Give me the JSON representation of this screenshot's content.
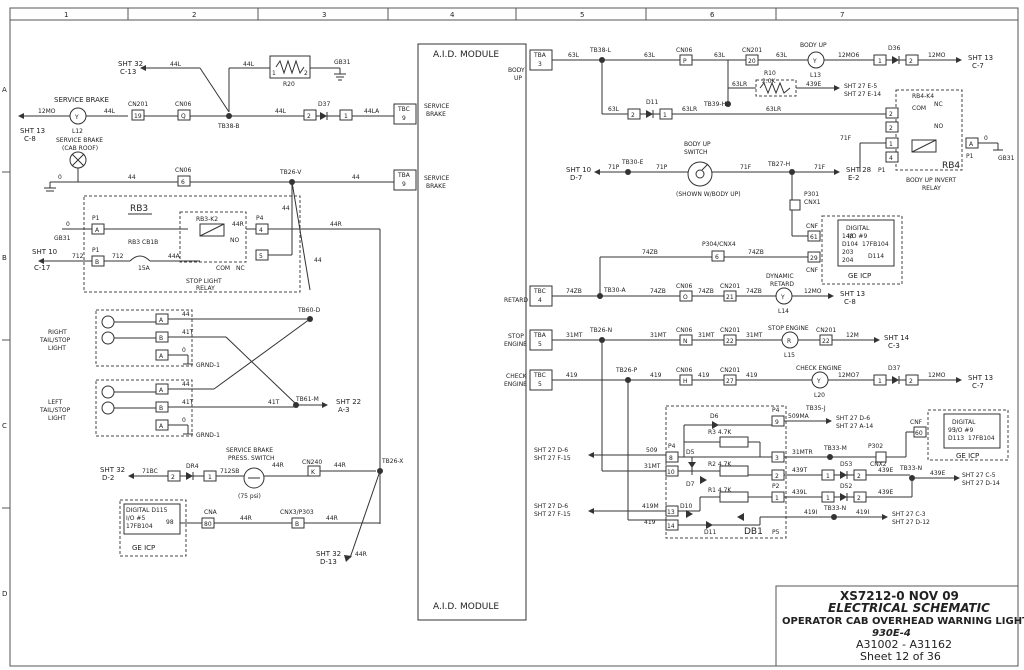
{
  "border": {
    "columns": [
      "1",
      "2",
      "3",
      "4",
      "5",
      "6",
      "7"
    ],
    "rows": [
      "A",
      "B",
      "C",
      "D"
    ]
  },
  "module": {
    "top": "A.I.D. MODULE",
    "bottom": "A.I.D. MODULE"
  },
  "left": {
    "sht32_c13": [
      "SHT 32",
      "C-13"
    ],
    "w44l_a": "44L",
    "w44l_b": "44L",
    "w44l_c": "44L",
    "w44la": "44LA",
    "r20": "R20",
    "r20_p1": "1",
    "r20_p2": "2",
    "gb31_top": "GB31",
    "tb38b": "TB38-B",
    "service_brake_light": "SERVICE BRAKE",
    "l12": "L12",
    "y": "Y",
    "w12mo": "12MO",
    "sht13_c8": [
      "SHT 13",
      "C-8"
    ],
    "cn201": "CN201",
    "cn201_pin": "19",
    "cn06": "CN06",
    "cn06_pin_q": "Q",
    "d37": "D37",
    "d37_p2": "2",
    "d37_p1": "1",
    "tbc_9": "9",
    "tbc": "TBC",
    "sb_label": [
      "SERVICE",
      "BRAKE"
    ],
    "cab_roof": [
      "SERVICE BRAKE",
      "(CAB ROOF)"
    ],
    "w0": "0",
    "w44_a": "44",
    "w44_b": "44",
    "cn06_b": "CN06",
    "cn06_pin_6": "6",
    "tb26v": "TB26-V",
    "tba": "TBA",
    "tba_9": "9",
    "rb3": "RB3",
    "rb3k2": "RB3-K2",
    "p1": "P1",
    "pin_a": "A",
    "pin_b": "B",
    "gb31_b": "GB31",
    "w0_b": "0",
    "sht10_c17": [
      "SHT 10",
      "C-17"
    ],
    "w712": "712",
    "w712b": "712",
    "rb3cb": "RB3 CB1B",
    "cb_15a": "15A",
    "w44a": "44A",
    "no": "NO",
    "com": "COM",
    "nc": "NC",
    "p4": "P4",
    "p4_4": "4",
    "p4_5": "5",
    "stop_light_relay": [
      "STOP LIGHT",
      "RELAY"
    ],
    "w44r_a": "44R",
    "w44r_b": "44R",
    "w44_c": "44",
    "w44_d": "44",
    "right_tail": [
      "RIGHT",
      "TAIL/STOP",
      "LIGHT"
    ],
    "left_tail": [
      "LEFT",
      "TAIL/STOP",
      "LIGHT"
    ],
    "w44_e": "44",
    "w41t_a": "41T",
    "w0_c": "0",
    "grnd1_a": "GRND-1",
    "w44_f": "44",
    "w41t_b": "41T",
    "w0_d": "0",
    "grnd1_b": "GRND-1",
    "tb60d": "TB60-D",
    "tb61m": "TB61-M",
    "w41t_c": "41T",
    "w41t_d": "41T",
    "sht22_a3": [
      "SHT 22",
      "A-3"
    ],
    "sb_switch": [
      "SERVICE BRAKE",
      "PRESS. SWITCH"
    ],
    "psi": "(75 psi)",
    "sht32_d2": [
      "SHT 32",
      "D-2"
    ],
    "w71bc": "71BC",
    "dr4": "DR4",
    "w712sb": "712SB",
    "w44r_c": "44R",
    "cn240": "CN240",
    "cn240_k": "K",
    "w44r_d": "44R",
    "tb26x": "TB26-X",
    "dio_left": [
      "DIGITAL D115",
      "I/O #5",
      "17FB104"
    ],
    "dio_left_pin": "98",
    "ge_icp_left": "GE ICP",
    "cna": "CNA",
    "cna_pin": "80",
    "w44r_e": "44R",
    "cnx3": "CNX3/P303",
    "cnx3_b": "B",
    "w44r_f": "44R",
    "sht32_d13": [
      "SHT 32",
      "D-13"
    ],
    "w44r_g": "44R",
    "term_2": "2",
    "term_1": "1",
    "term_3": "3",
    "term_4": "4"
  },
  "right": {
    "tba3": "TBA",
    "tba3_pin": "3",
    "body_up": [
      "BODY",
      "UP"
    ],
    "tb38l": "TB38-L",
    "w63l_a": "63L",
    "w63l_b": "63L",
    "w63l_c": "63L",
    "cn06": "CN06",
    "cn06_p": "P",
    "cn201": "CN201",
    "cn201_20": "20",
    "body_up_lamp": "BODY UP",
    "l13": "L13",
    "w12mo6": "12MO6",
    "d36": "D36",
    "w12mo_a": "12MO",
    "sht13_c7": [
      "SHT 13",
      "C-7"
    ],
    "r10": "R10",
    "r10_val": "2.0K",
    "w63lr_a": "63LR",
    "w439e": "439E",
    "sht27_e5": [
      "SHT 27 E-5",
      "SHT 27 E-14"
    ],
    "d11": "D11",
    "w63l_d": "63L",
    "w63lr_b": "63LR",
    "tb39h": "TB39-H",
    "w63lr_c": "63LR",
    "rb4k4": "RB4-K4",
    "rb4": "RB4",
    "rb4_relay": [
      "BODY UP INVERT",
      "RELAY"
    ],
    "p1": "P1",
    "pin_a": "A",
    "w0": "0",
    "gb31": "GB31",
    "w71f_a": "71F",
    "w71f_b": "71F",
    "w71f_c": "71F",
    "body_up_switch": [
      "BODY UP",
      "SWITCH"
    ],
    "shown": "(SHOWN W/BODY UP)",
    "sht10_d7": [
      "SHT 10",
      "D-7"
    ],
    "w71p_a": "71P",
    "w71p_b": "71P",
    "tb30e": "TB30-E",
    "tb27h": "TB27-H",
    "sht28_e2": [
      "SHT 28",
      "E-2"
    ],
    "p301": [
      "P301",
      "CNX1"
    ],
    "cnf": "CNF",
    "cnf_61": "61",
    "dio9": [
      "DIGITAL",
      "I/O #9",
      "17FB104"
    ],
    "d104": [
      "148",
      "D104"
    ],
    "d114": [
      "203",
      "204",
      "D114"
    ],
    "cnf_29": "29",
    "cnf_b": "CNF",
    "ge_icp": "GE ICP",
    "p304": "P304/CNX4",
    "p304_6": "6",
    "w74zb_a": "74ZB",
    "w74zb_b": "74ZB",
    "w74zb_c": "74ZB",
    "w74zb_d": "74ZB",
    "w74zb_e": "74ZB",
    "tbc4": "TBC",
    "tbc4_pin": "4",
    "retard": "RETARD",
    "tb30a": "TB30-A",
    "cn06_o": "O",
    "cn201_21": "21",
    "dyn_retard": [
      "DYNAMIC",
      "RETARD"
    ],
    "l14": "L14",
    "w12mo_b": "12MO",
    "sht13_c8": [
      "SHT 13",
      "C-8"
    ],
    "tba5": "TBA",
    "tba5_pin": "5",
    "stop_engine": [
      "STOP",
      "ENGINE"
    ],
    "tb26n": "TB26-N",
    "w31mt_a": "31MT",
    "w31mt_b": "31MT",
    "w31mt_c": "31MT",
    "cn06_n": "N",
    "cn201_22": "22",
    "stop_lamp": "STOP ENGINE",
    "r": "R",
    "l15": "L15",
    "w12m": "12M",
    "sht14_c3": [
      "SHT 14",
      "C-3"
    ],
    "tbc5": "TBC",
    "tbc5_pin": "5",
    "check_engine": [
      "CHECK",
      "ENGINE"
    ],
    "tb26p": "TB26-P",
    "w419_a": "419",
    "w419_b": "419",
    "w419_c": "419",
    "cn06_h": "H",
    "cn201_27": "27",
    "check_lamp": "CHECK ENGINE",
    "l20": "L20",
    "w12mo7": "12MO7",
    "d37": "D37",
    "w12mo_c": "12MO",
    "sht13_c7b": [
      "SHT 13",
      "C-7"
    ],
    "sht27_d6_a": [
      "SHT 27 D-6",
      "SHT 27 F-15"
    ],
    "w509": "509",
    "w31mt_d": "31MT",
    "p4": "P4",
    "p4_8": "8",
    "p4_9": "9",
    "d6": "D6",
    "w509ma": "509MA",
    "tb35j": "TB35-J",
    "sht27_d6_b": [
      "SHT 27 D-6",
      "SHT 27 A-14"
    ],
    "r3": "R3 4.7K",
    "db_10": "10",
    "db_3": "3",
    "w31mtr": "31MTR",
    "tb33m": "TB33-M",
    "p302": "P302",
    "cnf2": "CNF",
    "cnf2_60": "60",
    "dio9b": [
      "DIGITAL",
      "I/O #9",
      "17FB104"
    ],
    "d113": [
      "95",
      "D113"
    ],
    "ge_icp2": "GE ICP",
    "d5": "D5",
    "r2": "R2 4.7K",
    "db_2": "2",
    "w439t": "439T",
    "d53": "D53",
    "cnx2": "CNX2",
    "w439e_b": "439E",
    "tb33n": "TB33-N",
    "w439e_c": "439E",
    "sht27_c5": [
      "SHT 27 C-5",
      "SHT 27 D-14"
    ],
    "d7": "D7",
    "r1": "R1 4.7K",
    "p2": "P2",
    "w439l": "439L",
    "d52": "D52",
    "w439e_d": "439E",
    "db_13": "13",
    "db_1": "1",
    "sht27_d6_c": [
      "SHT 27 D-6",
      "SHT 27 F-15"
    ],
    "w419m": "419M",
    "w419_d": "419",
    "db_14": "14",
    "d10": "D10",
    "d11b": "D11",
    "w419i": "419I",
    "tb33nb": "TB33-N",
    "w419i_b": "419I",
    "sht27_c3": [
      "SHT 27 C-3",
      "SHT 27 D-12"
    ],
    "db1": "DB1",
    "p5": "P5",
    "p4b": "P4"
  },
  "title_block": {
    "doc": "XS7212-0    NOV 09",
    "type": "ELECTRICAL SCHEMATIC",
    "name": "OPERATOR CAB OVERHEAD WARNING LIGHTS",
    "model": "930E-4",
    "serials": "A31002 - A31162",
    "sheet": "Sheet 12 of 36"
  }
}
